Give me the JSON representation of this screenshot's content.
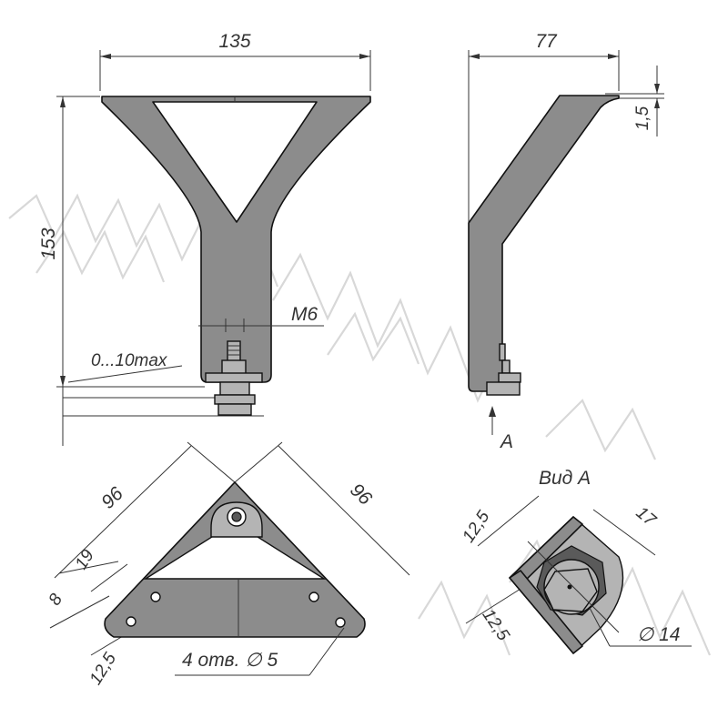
{
  "front_view": {
    "width": "135",
    "height": "153",
    "thread": "M6",
    "adjust": "0...10max"
  },
  "side_view": {
    "depth": "77",
    "thickness": "1,5",
    "view_arrow": "A"
  },
  "top_view": {
    "side_left": "96",
    "side_right": "96",
    "offset_8": "8",
    "offset_19": "19",
    "offset_12_5": "12,5",
    "holes": "4 отв. ∅ 5"
  },
  "view_a": {
    "title": "Вид А",
    "dim_12_5_top": "12,5",
    "dim_12_5_bottom": "12,5",
    "dim_17": "17",
    "diameter": "∅ 14"
  },
  "colors": {
    "metal": "#8c8c8c",
    "line": "#111111",
    "watermark": "#d8d8d8"
  }
}
